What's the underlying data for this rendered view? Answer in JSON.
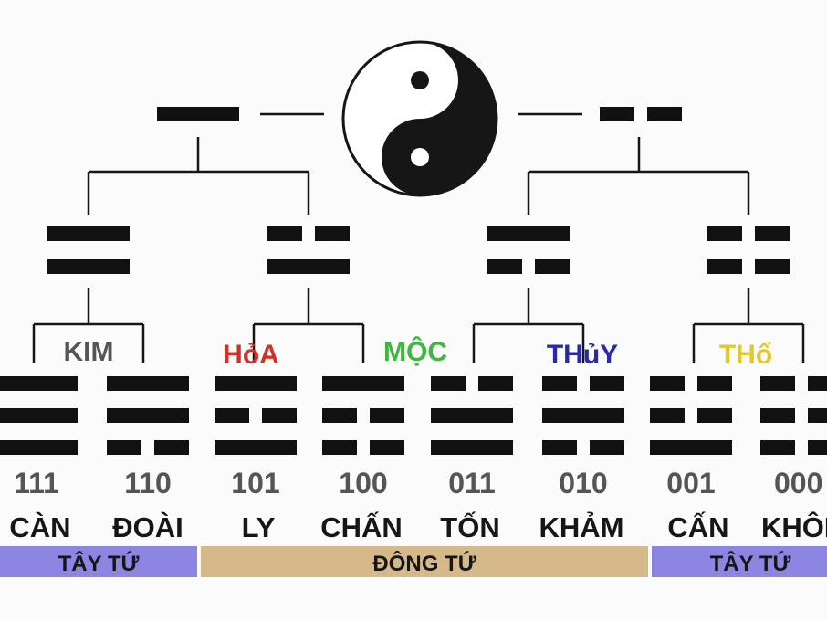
{
  "elements": {
    "kim": {
      "label": "KIM",
      "color": "#555555"
    },
    "hoa": {
      "label": "HỏA",
      "color": "#d03028"
    },
    "moc": {
      "label": "MỘC",
      "color": "#3cb83c"
    },
    "thuy": {
      "label": "THủY",
      "color": "#2a2aa8"
    },
    "tho": {
      "label": "THổ",
      "color": "#e0c830"
    }
  },
  "trigrams": [
    {
      "code": "111",
      "name": "CÀN"
    },
    {
      "code": "110",
      "name": "ĐOÀI"
    },
    {
      "code": "101",
      "name": "LY"
    },
    {
      "code": "100",
      "name": "CHẤN"
    },
    {
      "code": "011",
      "name": "TỐN"
    },
    {
      "code": "010",
      "name": "KHẢM"
    },
    {
      "code": "001",
      "name": "CẤN"
    },
    {
      "code": "000",
      "name": "KHÔN"
    }
  ],
  "groups": [
    {
      "label": "TÂY TỨ",
      "color": "#8c86e2"
    },
    {
      "label": "ĐÔNG TỨ",
      "color": "#d6b98a"
    },
    {
      "label": "TÂY TỨ",
      "color": "#8c86e2"
    }
  ],
  "colors": {
    "line": "#161616",
    "bar": "#111111",
    "code": "#555555",
    "name": "#161616",
    "background": "#fbfbfb"
  }
}
